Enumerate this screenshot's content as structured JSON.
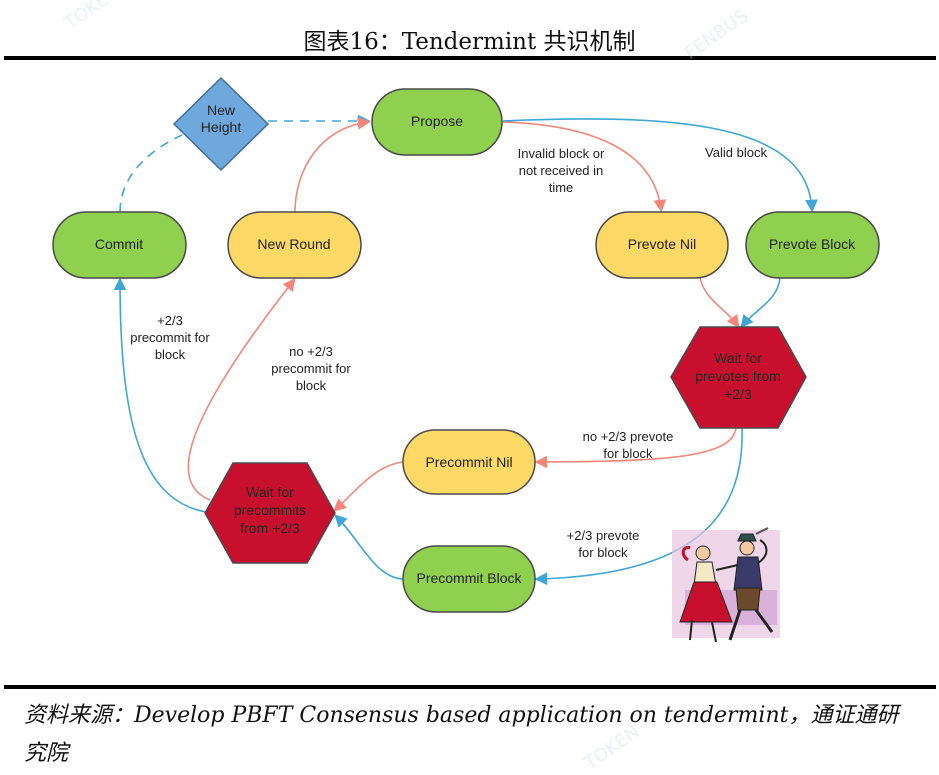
{
  "title": "图表16：Tendermint 共识机制",
  "nodes": {
    "new_height": [
      "New",
      "Height"
    ],
    "propose": "Propose",
    "commit": "Commit",
    "new_round": "New Round",
    "prevote_nil": "Prevote Nil",
    "prevote_block": "Prevote Block",
    "wait_prevotes": [
      "Wait for",
      "prevotes from",
      "+2/3"
    ],
    "precommit_nil": "Precommit Nil",
    "wait_precommits": [
      "Wait for",
      "precommits",
      "from +2/3"
    ],
    "precommit_block": "Precommit Block"
  },
  "edges": {
    "invalid_block": [
      "Invalid block or",
      "not received in",
      "time"
    ],
    "valid_block": "Valid block",
    "precommit_for_block": [
      "+2/3",
      "precommit for",
      "block"
    ],
    "no_precommit": [
      "no +2/3",
      "precommit for",
      "block"
    ],
    "no_prevote": [
      "no +2/3 prevote",
      "for block"
    ],
    "prevote_for_block": [
      "+2/3 prevote",
      "for block"
    ]
  },
  "colors": {
    "green": "#8fd14f",
    "yellow": "#ffd966",
    "red": "#c8102e",
    "blue_node": "#6fa8dc",
    "blue_edge": "#3fa7d6",
    "pink_edge": "#f4877a"
  },
  "source": "资料来源：Develop PBFT Consensus based application on tendermint，通证通研究院"
}
